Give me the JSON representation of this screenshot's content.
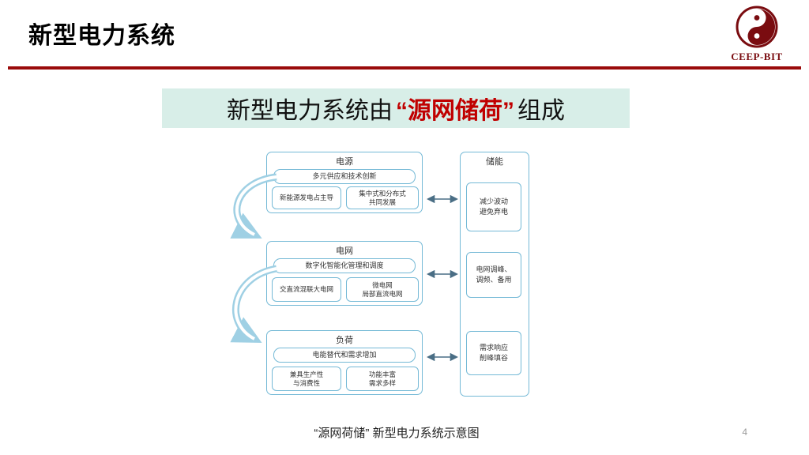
{
  "header": {
    "title": "新型电力系统",
    "logo_text": "CEEP-BIT"
  },
  "banner": {
    "prefix": "新型电力系统由",
    "highlight": "“源网储荷”",
    "suffix": "组成"
  },
  "diagram": {
    "source": {
      "title": "电源",
      "main": "多元供应和技术创新",
      "sub_left": "新能源发电占主导",
      "sub_right": "集中式和分布式\n共同发展"
    },
    "grid": {
      "title": "电网",
      "main": "数字化智能化管理和调度",
      "sub_left": "交直流混联大电网",
      "sub_right": "微电网\n局部直流电网"
    },
    "load": {
      "title": "负荷",
      "main": "电能替代和需求增加",
      "sub_left": "兼具生产性\n与消费性",
      "sub_right": "功能丰富\n需求多样"
    },
    "storage": {
      "title": "储能",
      "items": [
        "减少波动\n避免弃电",
        "电网调峰、\n调频、备用",
        "需求响应\n削峰填谷"
      ]
    }
  },
  "footer": {
    "caption": "“源网荷储” 新型电力系统示意图",
    "page_number": "4"
  },
  "colors": {
    "accent_red": "#9a0b0b",
    "highlight_red": "#c00000",
    "banner_bg": "#d8eee8",
    "diagram_border_blue": "#74b9d6",
    "curved_arrow_blue": "#9fd0e4"
  }
}
